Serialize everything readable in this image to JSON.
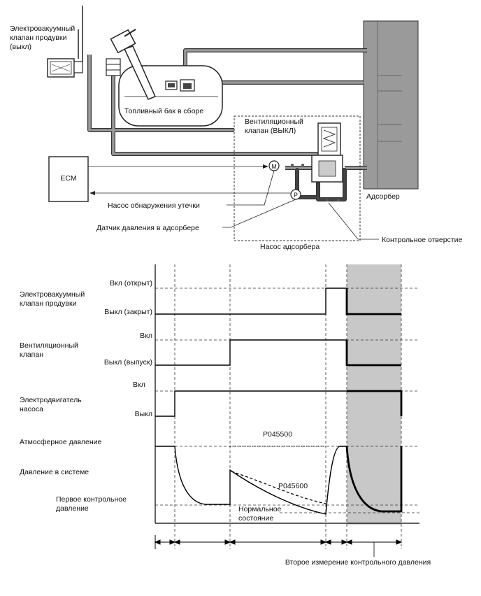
{
  "schematic": {
    "purge_valve_label": [
      "Электровакуумный",
      "клапан продувки",
      "(выкл)"
    ],
    "fuel_tank_label": "Топливный бак в сборе",
    "vent_valve_label": [
      "Вентиляционный",
      "клапан (ВЫКЛ)"
    ],
    "ecm_label": "ECM",
    "canister_label": "Адсорбер",
    "leak_pump_label": "Насос обнаружения утечки",
    "pressure_sensor_label": "Датчик давления в адсорбере",
    "reference_orifice_label": "Контрольное отверстие",
    "canister_pump_label": "Насос адсорбера",
    "motor_symbol": "M",
    "sensor_symbol": "P"
  },
  "timing": {
    "purge_valve": {
      "name": [
        "Электровакуумный",
        "клапан продувки"
      ],
      "high_label": "Вкл (открыт)",
      "low_label": "Выкл (закрыт)"
    },
    "vent_valve": {
      "name": [
        "Вентиляционный",
        "клапан"
      ],
      "high_label": "Вкл",
      "low_label": "Выкл (выпуск)"
    },
    "pump_motor": {
      "name": [
        "Электродвигатель",
        "насоса"
      ],
      "high_label": "Вкл",
      "low_label": "Выкл"
    },
    "pressure": {
      "atmospheric_label": "Атмосферное давление",
      "system_label": "Давление в системе",
      "first_reference_label": [
        "Первое контрольное",
        "давление"
      ],
      "code_high": "P045500",
      "code_mid": "P045600",
      "normal_label": [
        "Нормальное",
        "состояние"
      ]
    },
    "second_measurement_label": "Второе измерение контрольного давления"
  },
  "colors": {
    "pipe": "#777777",
    "canister": "#9a9a9a",
    "shade": "#c8c8c8",
    "line": "#000000"
  }
}
